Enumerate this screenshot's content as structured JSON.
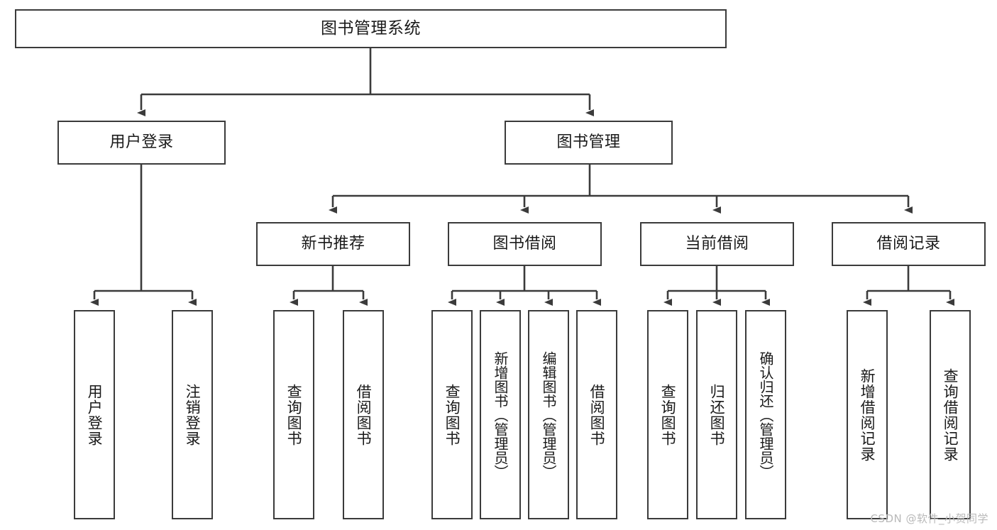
{
  "diagram": {
    "title": "图书管理系统",
    "type": "功能结构图",
    "colors": {
      "stroke": "#3b3b3b",
      "fill": "#ffffff",
      "text": "#1a1a1a",
      "watermark": "#b9b9b9"
    },
    "root": {
      "label": "图书管理系统"
    },
    "level2": [
      {
        "label": "用户登录"
      },
      {
        "label": "图书管理"
      }
    ],
    "level3": [
      {
        "label": "新书推荐"
      },
      {
        "label": "图书借阅"
      },
      {
        "label": "当前借阅"
      },
      {
        "label": "借阅记录"
      }
    ],
    "leaves": {
      "user_login": [
        {
          "label": "用户登录"
        },
        {
          "label": "注销登录"
        }
      ],
      "new_book": [
        {
          "label": "查询图书"
        },
        {
          "label": "借阅图书"
        }
      ],
      "book_borrow": [
        {
          "label": "查询图书"
        },
        {
          "label": "新增图书（管理员）"
        },
        {
          "label": "编辑图书（管理员）"
        },
        {
          "label": "借阅图书"
        }
      ],
      "current_borrow": [
        {
          "label": "查询图书"
        },
        {
          "label": "归还图书"
        },
        {
          "label": "确认归还（管理员）"
        }
      ],
      "borrow_record": [
        {
          "label": "新增借阅记录"
        },
        {
          "label": "查询借阅记录"
        }
      ]
    }
  },
  "watermark": {
    "text": "CSDN @软件_小贺同学"
  }
}
